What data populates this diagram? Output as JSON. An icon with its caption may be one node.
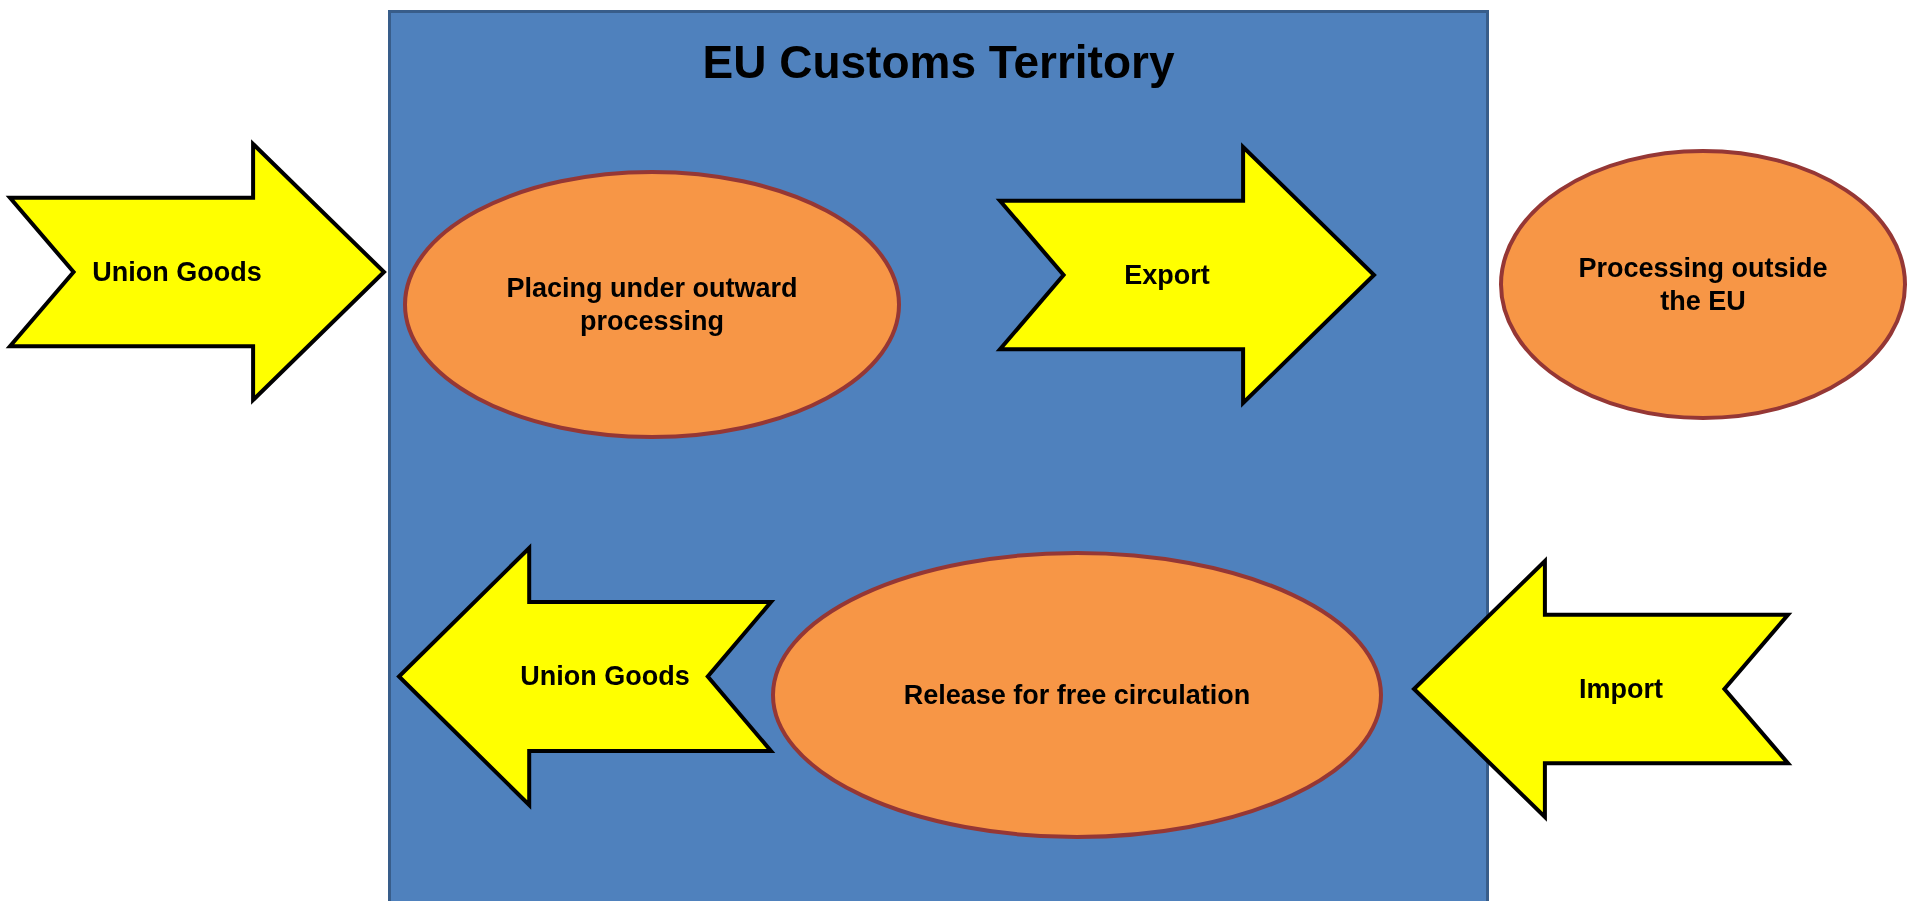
{
  "diagram": {
    "nodes": [
      {
        "text": [
          "EU Customs Territory"
        ]
      },
      {
        "text": [
          "Union Goods"
        ]
      },
      {
        "text": [
          "Placing under outward processing"
        ],
        "in": 0
      },
      {
        "text": [
          "Export"
        ],
        "in": 0
      },
      {
        "text": [
          "Processing outside the EU"
        ]
      },
      {
        "text": [
          "Union Goods"
        ],
        "in": 0
      },
      {
        "text": [
          "Release for free circulation"
        ],
        "in": 0
      },
      {
        "text": [
          "Import"
        ]
      }
    ]
  }
}
